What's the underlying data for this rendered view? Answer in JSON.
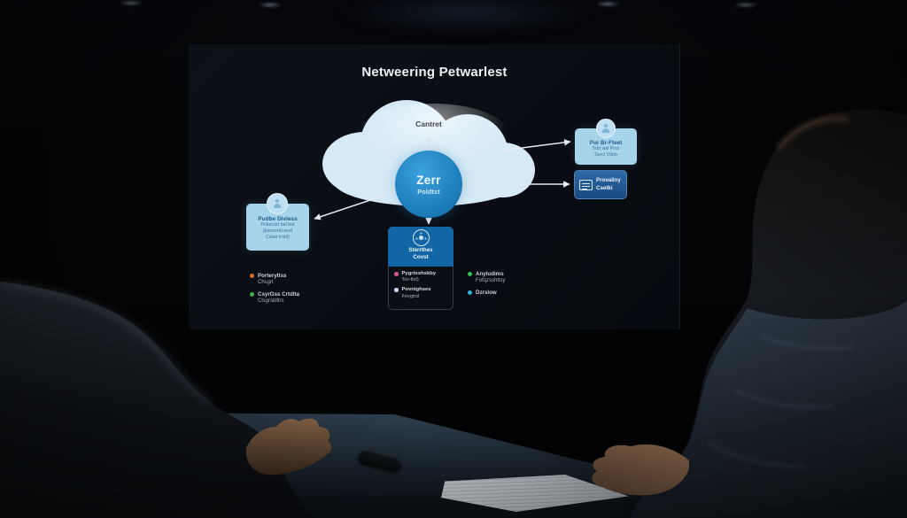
{
  "colors": {
    "screen_bg": "#090d13",
    "cloud_fill": "#d6eaf6",
    "hub_fill": "#1e7ebc",
    "light_box_fill": "#a6d4ea",
    "dark_box_fill": "#1b4a80",
    "header_box_fill": "#1266a6"
  },
  "diagram": {
    "title": "Netweering Petwarlest",
    "cloud": {
      "label": "Cantret"
    },
    "hub": {
      "title": "Zerr",
      "subtitle": "Poldtst"
    },
    "left_box": {
      "title": "Pudbe Diviess",
      "line1": "Pokecort bal bet",
      "line2": "(bsrwortd wod",
      "line3": "Cstwr trold)"
    },
    "top_right_box": {
      "title": "Pur Br-Fteet",
      "line1": "Tsbt wsl Prso",
      "line2": "Tsocl Vdeb"
    },
    "bottom_right_box": {
      "line1": "Provaliny",
      "line2": "Csetki"
    },
    "center_box": {
      "header_line1": "Sterrthes",
      "header_line2": "Covst",
      "items": [
        {
          "dot_color": "#d9548c",
          "line1": "Pygrtsshskby",
          "line2": "Tsv-tlst)"
        },
        {
          "dot_color": "#cdd2ee",
          "line1": "Povnlghses",
          "line2": "Fevgtrsl"
        }
      ]
    },
    "legend_left": [
      {
        "dot_color": "#d96b2a",
        "line1": "Porterytlss",
        "line2": "Chsgrt"
      },
      {
        "dot_color": "#3fae4a",
        "line1": "CsyrGss Crtdlta",
        "line2": "Clsgrsblltrs"
      }
    ],
    "legend_right": [
      {
        "dot_color": "#35c14b",
        "line1": "Anyludims",
        "line2": "Fofqzsshltsy"
      },
      {
        "dot_color": "#2bb3d9",
        "line1": "Dzrslow",
        "line2": ""
      }
    ]
  }
}
